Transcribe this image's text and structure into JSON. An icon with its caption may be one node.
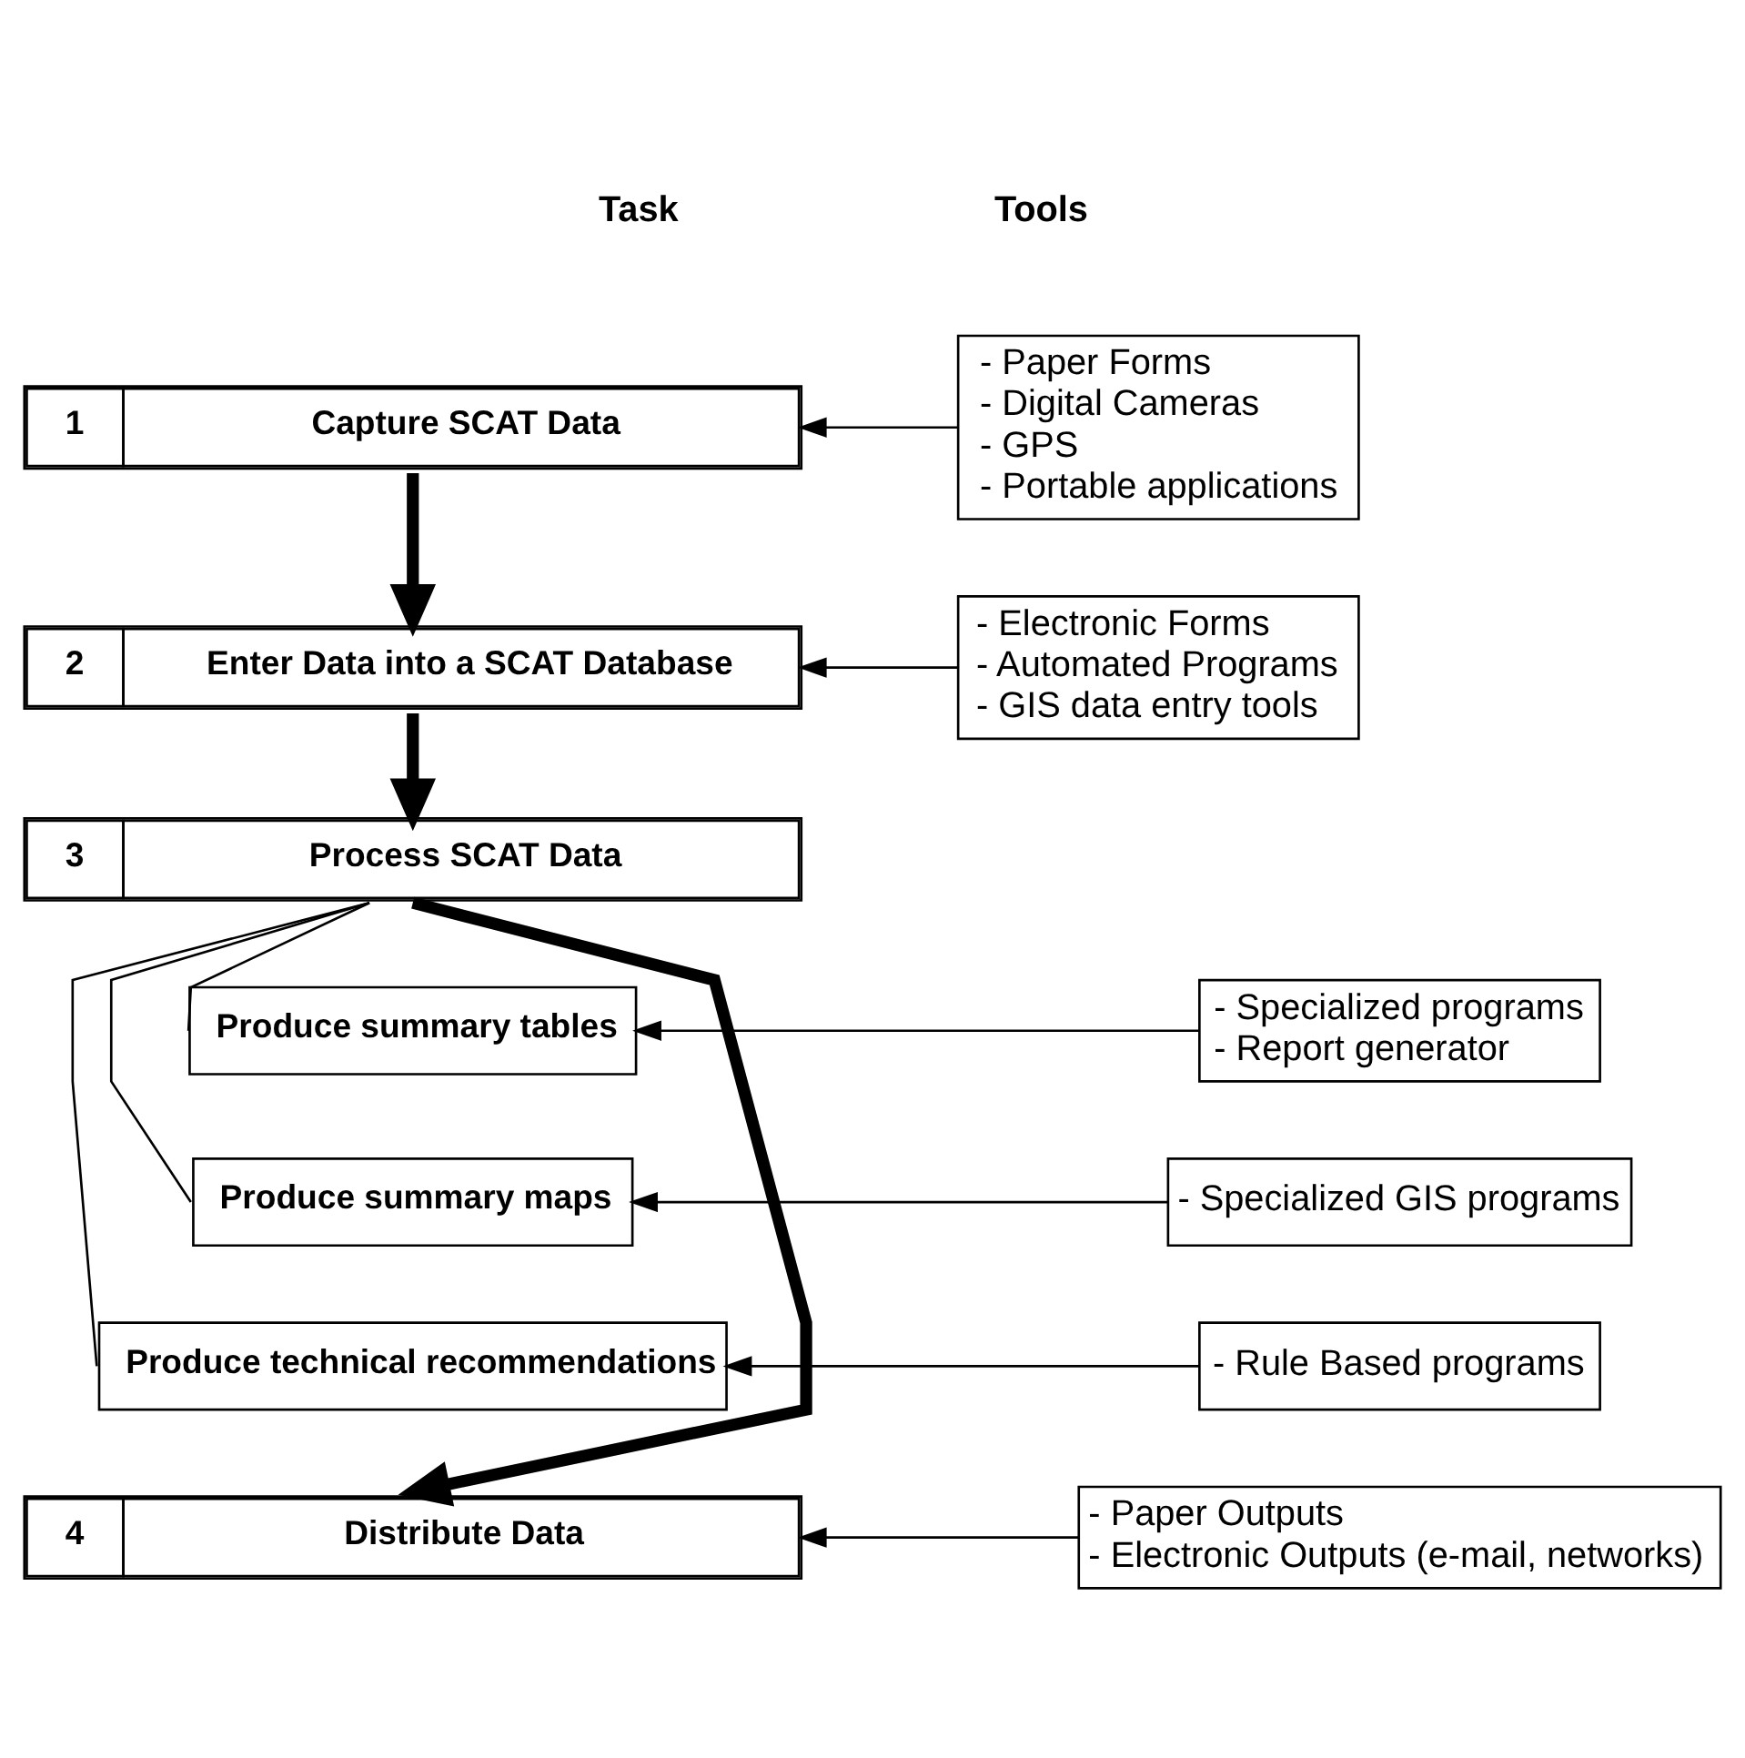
{
  "diagram": {
    "nodes": [
      {
        "text": [
          "1",
          "Capture SCAT Data"
        ]
      },
      {
        "text": [
          "- Paper Forms",
          "- Digital Cameras",
          "- GPS",
          "- Portable applications"
        ]
      },
      {
        "text": [
          "2",
          "Enter Data into a SCAT Database"
        ]
      },
      {
        "text": [
          "- Electronic Forms",
          "- Automated Programs",
          "- GIS data entry tools"
        ]
      },
      {
        "text": [
          "3",
          "Process SCAT Data"
        ]
      },
      {
        "text": [
          "Produce summary tables"
        ]
      },
      {
        "text": [
          "- Specialized programs",
          "- Report generator"
        ]
      },
      {
        "text": [
          "Produce summary maps"
        ]
      },
      {
        "text": [
          "- Specialized GIS programs"
        ]
      },
      {
        "text": [
          "Produce technical recommendations"
        ]
      },
      {
        "text": [
          "- Rule Based programs"
        ]
      },
      {
        "text": [
          "4",
          "Distribute Data"
        ]
      },
      {
        "text": [
          "- Paper Outputs",
          "- Electronic Outputs (e-mail, networks)"
        ]
      }
    ],
    "edges": [
      {
        "from": 1,
        "to": 0,
        "arrow": "to"
      },
      {
        "from": 0,
        "to": 2,
        "arrow": "to",
        "style": "thick"
      },
      {
        "from": 3,
        "to": 2,
        "arrow": "to"
      },
      {
        "from": 2,
        "to": 4,
        "arrow": "to",
        "style": "thick"
      },
      {
        "from": 4,
        "to": 5,
        "arrow": "none"
      },
      {
        "from": 6,
        "to": 5,
        "arrow": "to"
      },
      {
        "from": 4,
        "to": 7,
        "arrow": "none"
      },
      {
        "from": 8,
        "to": 7,
        "arrow": "to"
      },
      {
        "from": 4,
        "to": 9,
        "arrow": "none"
      },
      {
        "from": 10,
        "to": 9,
        "arrow": "to"
      },
      {
        "from": 4,
        "to": 11,
        "arrow": "to",
        "style": "thick"
      },
      {
        "from": 12,
        "to": 11,
        "arrow": "to"
      }
    ],
    "labels": [
      "Task",
      "Tools"
    ]
  }
}
